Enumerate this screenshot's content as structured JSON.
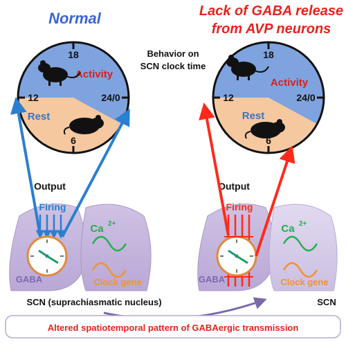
{
  "titles": {
    "normal": "Normal",
    "mutant_line1": "Lack of GABA release",
    "mutant_line2": "from AVP neurons"
  },
  "center_caption": {
    "line1": "Behavior on",
    "line2": "SCN clock time"
  },
  "clock_left": {
    "tick_top": "18",
    "tick_left": "12",
    "tick_right": "24/0",
    "tick_bottom": "6",
    "activity_label": "Activity",
    "rest_label": "Rest"
  },
  "clock_right": {
    "tick_top": "18",
    "tick_left": "12",
    "tick_right": "24/0",
    "tick_bottom": "6",
    "activity_label": "Activity",
    "rest_label": "Rest"
  },
  "output_left": "Output",
  "output_right": "Output",
  "scn_left": {
    "firing_label": "Firing",
    "gaba_label": "GABA",
    "ca_label": "Ca",
    "ca_sup": "2+",
    "clock_gene_label": "Clock gene"
  },
  "scn_right": {
    "firing_label": "Firing",
    "gaba_label": "GABA",
    "ca_label": "Ca",
    "ca_sup": "2+",
    "clock_gene_label": "Clock gene"
  },
  "scn_full_label": "SCN (suprachiasmatic nucleus)",
  "scn_short_label": "SCN",
  "bottom_banner": "Altered spatiotemporal pattern of GABAergic transmission",
  "colors": {
    "blue_title": "#3a64d8",
    "red_title": "#e8221b",
    "clock_blue": "#7ea3de",
    "clock_peach": "#f6c89f",
    "activity_red": "#d8201c",
    "rest_blue": "#3a72c4",
    "arrow_blue": "#2a7fd0",
    "arrow_red": "#ff2a1a",
    "lobe_purple": "#c3b3db",
    "ca_green": "#23b04a",
    "gene_orange": "#f2922e"
  }
}
